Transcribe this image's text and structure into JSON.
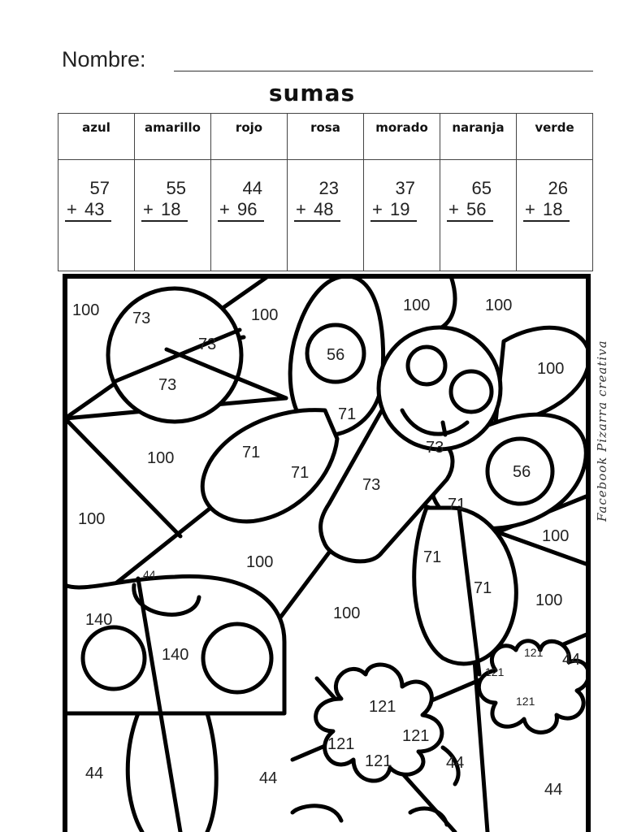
{
  "header": {
    "name_label": "Nombre:",
    "title": "sumas"
  },
  "table": {
    "columns": [
      {
        "color": "azul",
        "top": "57",
        "bottom": "43"
      },
      {
        "color": "amarillo",
        "top": "55",
        "bottom": "18"
      },
      {
        "color": "rojo",
        "top": "44",
        "bottom": "96"
      },
      {
        "color": "rosa",
        "top": "23",
        "bottom": "48"
      },
      {
        "color": "morado",
        "top": "37",
        "bottom": "19"
      },
      {
        "color": "naranja",
        "top": "65",
        "bottom": "56"
      },
      {
        "color": "verde",
        "top": "26",
        "bottom": "18"
      }
    ],
    "operator": "+"
  },
  "picture": {
    "credit": "Facebook Pizarra creativa",
    "regions": {
      "n100": "100",
      "n73": "73",
      "n56": "56",
      "n71": "71",
      "n140": "140",
      "n121": "121",
      "n44": "44"
    }
  }
}
